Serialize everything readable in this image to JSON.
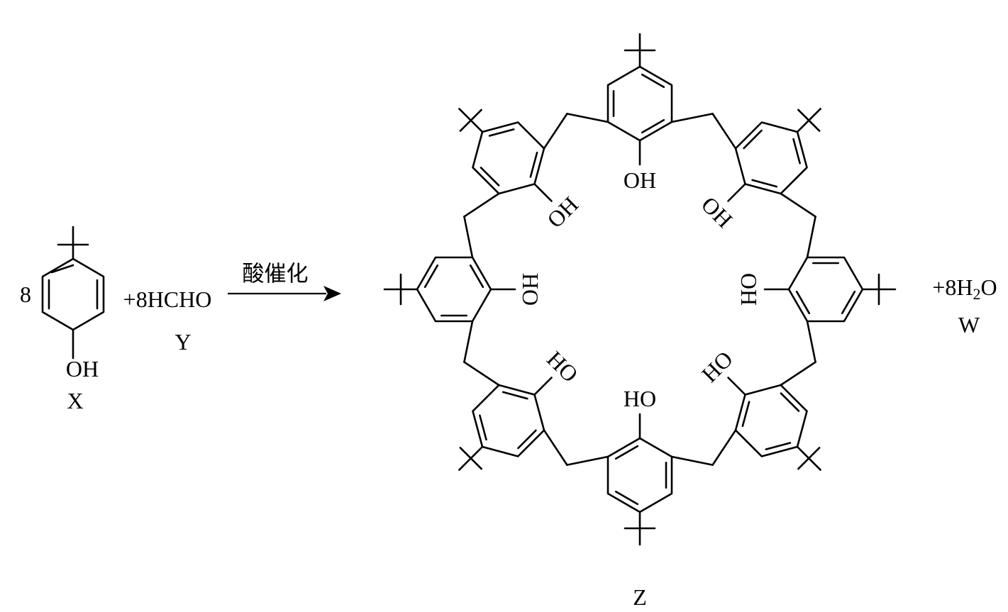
{
  "reactant_x": {
    "coefficient": "8",
    "hydroxyl": "OH",
    "label": "X"
  },
  "reactant_y": {
    "formula": "+8HCHO",
    "label": "Y"
  },
  "arrow": {
    "condition": "酸催化"
  },
  "product_z": {
    "label": "Z",
    "hydroxyl_labels": [
      "OH",
      "OH",
      "OH",
      "HO",
      "HO",
      "HO",
      "HO",
      "OH"
    ]
  },
  "byproduct_w": {
    "prefix": "+8H",
    "subscript": "2",
    "suffix": "O",
    "label": "W"
  }
}
